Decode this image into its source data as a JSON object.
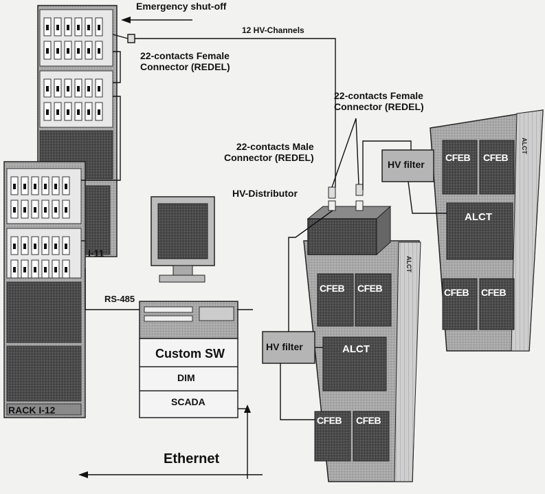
{
  "labels": {
    "emergency": "Emergency shut-off",
    "hv_channels": "12 HV-Channels",
    "female_connector_1": [
      "22-contacts Female",
      "Connector (REDEL)"
    ],
    "female_connector_2": [
      "22-contacts Female",
      "Connector (REDEL)"
    ],
    "male_connector": [
      "22-contacts Male",
      "Connector (REDEL)"
    ],
    "hv_distributor": "HV-Distributor",
    "hv_filter_1": "HV filter",
    "hv_filter_2": "HV filter",
    "rs485": "RS-485",
    "rack_main": "RACK I-12",
    "rack_back": "I-11",
    "ethernet": "Ethernet"
  },
  "software_stack": [
    "Custom SW",
    "DIM",
    "SCADA"
  ],
  "chamber_right": {
    "cards_top": [
      "CFEB",
      "CFEB"
    ],
    "middle": "ALCT",
    "cards_bottom": [
      "CFEB",
      "CFEB"
    ],
    "side_label": "ALCT"
  },
  "chamber_center": {
    "cards_top": [
      "CFEB",
      "CFEB"
    ],
    "middle": "ALCT",
    "cards_bottom": [
      "CFEB",
      "CFEB"
    ],
    "side_label": "ALCT"
  }
}
